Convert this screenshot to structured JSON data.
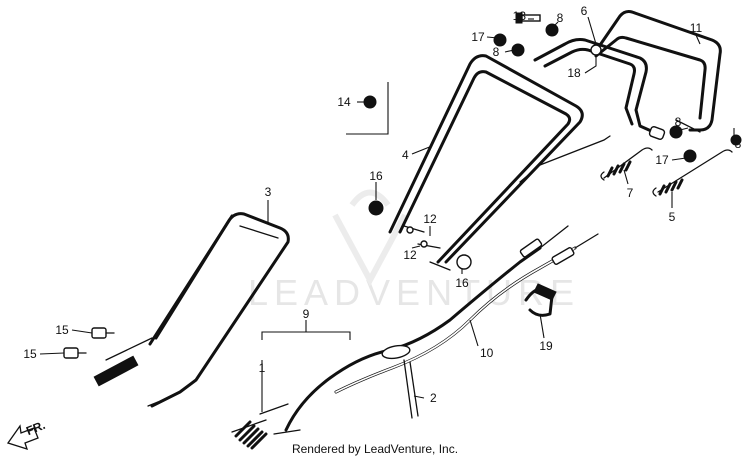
{
  "watermark": "LEADVENTURE",
  "credit": "Rendered by LeadVenture, Inc.",
  "direction_label": "FR.",
  "callouts": {
    "c1": "1",
    "c2": "2",
    "c3": "3",
    "c4": "4",
    "c5": "5",
    "c6": "6",
    "c7": "7",
    "c8a": "8",
    "c8b": "8",
    "c8c": "8",
    "c8d": "8",
    "c9": "9",
    "c10": "10",
    "c11": "11",
    "c12a": "12",
    "c12b": "12",
    "c13": "13",
    "c14": "14",
    "c15a": "15",
    "c15b": "15",
    "c16a": "16",
    "c16b": "16",
    "c17a": "17",
    "c17b": "17",
    "c18": "18",
    "c19": "19"
  }
}
